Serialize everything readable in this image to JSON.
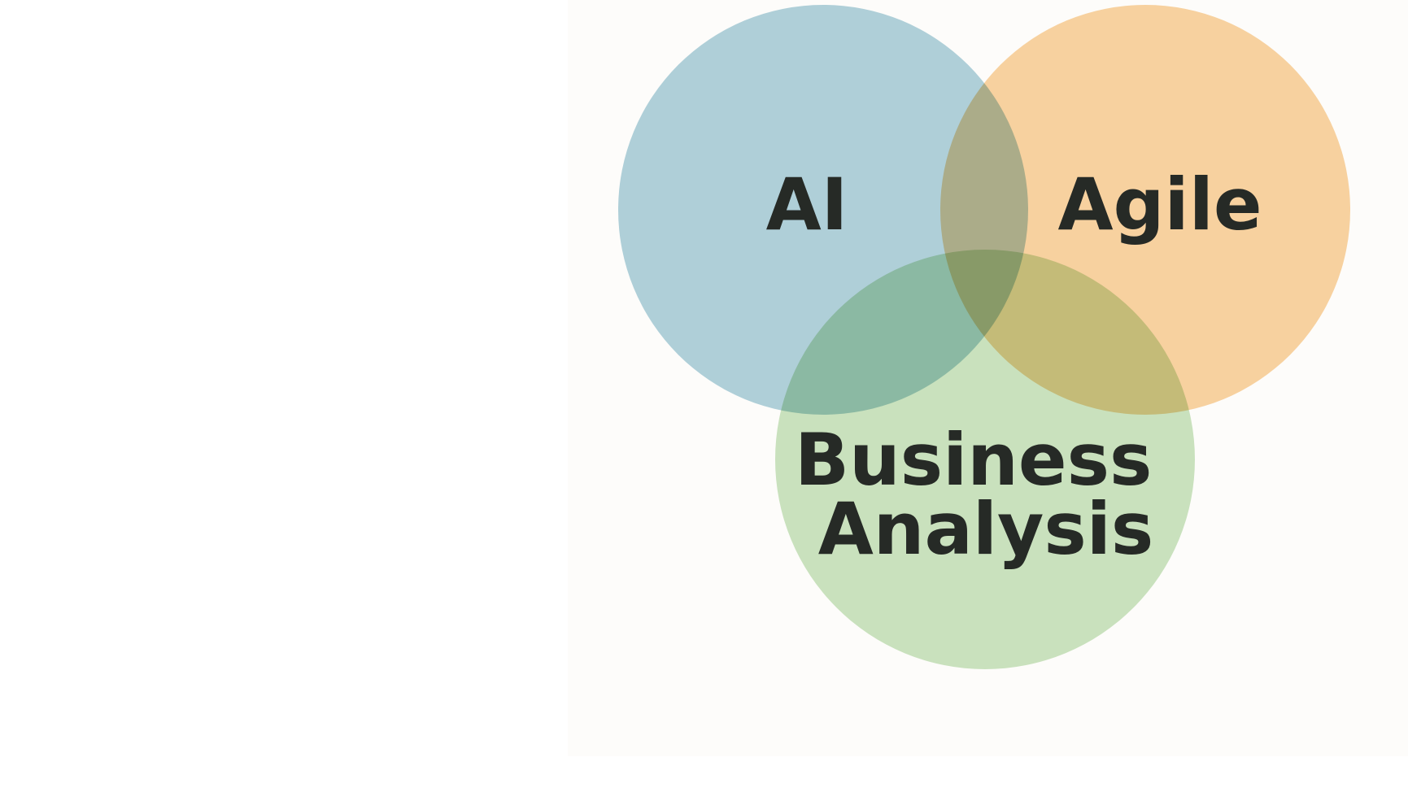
{
  "diagram": {
    "type": "venn",
    "sets": [
      {
        "id": "ai",
        "label_lines": [
          "AI"
        ],
        "color": "#a3cad7"
      },
      {
        "id": "agile",
        "label_lines": [
          "Agile"
        ],
        "color": "#f8cc92"
      },
      {
        "id": "business-analysis",
        "label_lines": [
          "Business",
          "Analysis"
        ],
        "color": "#c2dfb6"
      }
    ],
    "label_color": "#262a26",
    "background_color": "#fdfcfa"
  }
}
